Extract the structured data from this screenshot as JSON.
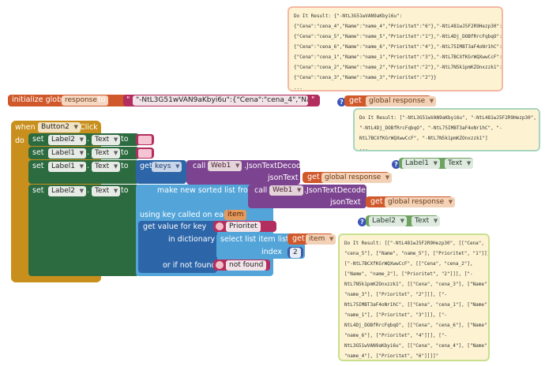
{
  "init_block": {
    "label": "initialize global",
    "var_name": "response",
    "to": "to",
    "text_value": "\"-NtL3G51wVAN9aKbyi6u\":{\"Cena\":\"cena_4\",\"Name\":..."
  },
  "init_getter": {
    "get": "get",
    "var": "global response"
  },
  "event": {
    "when": "when",
    "component": "Button2",
    "event": ".Click",
    "do": "do"
  },
  "set": {
    "set": "set",
    "dot": ".",
    "text": "Text",
    "to": "to"
  },
  "rows": [
    {
      "component": "Label2"
    },
    {
      "component": "Label1"
    },
    {
      "component": "Label1"
    },
    {
      "component": "Label2"
    }
  ],
  "get_keys": {
    "get": "get",
    "var": "keys"
  },
  "call1": {
    "call": "call",
    "component": "Web1",
    "method": ".JsonTextDecode",
    "param": "jsonText"
  },
  "get_resp1": {
    "get": "get",
    "var": "global response"
  },
  "sorted": {
    "label": "make new sorted list from"
  },
  "call2": {
    "call": "call",
    "component": "Web1",
    "method": ".JsonTextDecode",
    "param": "jsonText"
  },
  "get_resp2": {
    "get": "get",
    "var": "global response"
  },
  "keycalled": {
    "label": "using key called on each",
    "item": "item"
  },
  "getvalue": {
    "label": "get value for key",
    "key": "Prioritet"
  },
  "indict": {
    "label": "in dictionary"
  },
  "selectlist": {
    "label": "select list item  list",
    "get": "get",
    "var": "item"
  },
  "index": {
    "label": "index",
    "value": "2"
  },
  "notfound": {
    "label": "or if not found",
    "value": "not found"
  },
  "getter_label1": {
    "component": "Label1",
    "prop": "Text"
  },
  "getter_label2": {
    "component": "Label2",
    "prop": "Text"
  },
  "bubble_top": {
    "lines": [
      "Do It Result: {\"-NtL3G51wVAN9aKbyi6u\":",
      "{\"Cena\":\"cena_4\",\"Name\":\"name_4\",\"Prioritet\":\"6\"},\"-NtL481wJ5F2R9Hezp30\":",
      "{\"Cena\":\"cena_5\",\"Name\":\"name_5\",\"Prioritet\":\"1\"},\"-NtL4Dj_DOBfRrcFqbqO\":",
      "{\"Cena\":\"cena_6\",\"Name\":\"name_6\",\"Prioritet\":\"4\"},\"-NtL75IMBT3aF4oNr1hC\":",
      "{\"Cena\":\"cena_1\",\"Name\":\"name_1\",\"Prioritet\":\"3\"},\"-NtL7BCXfKGrWQXwwCcF\":",
      "{\"Cena\":\"cena_2\",\"Name\":\"name_2\",\"Prioritet\":\"2\"},\"-NtL7N5k1pmKZOnxzzk1\":",
      "{\"Cena\":\"cena_3\",\"Name\":\"name_3\",\"Prioritet\":\"2\"}}",
      "..."
    ]
  },
  "bubble_mid": {
    "lines": [
      "Do It Result: [\"-NtL3G51wVAN9aKbyi6u\", \"-NtL481wJ5F2R9Hezp30\",",
      "\"-NtL4Dj_DOBfRrcFqbqO\", \"-NtL75IMBT3aF4oNr1hC\", \"-",
      "NtL7BCXfKGrWQXwwCcF\", \"-NtL7N5k1pmKZOnxzzk1\"]",
      "..."
    ]
  },
  "bubble_bot": {
    "lines": [
      "Do It Result: [[\"-NtL481wJ5F2R9Hezp30\", [[\"Cena\",",
      "\"cena_5\"], [\"Name\", \"name_5\"], [\"Prioritet\", \"1\"]]],",
      "[\"-NtL7BCXfKGrWQXwwCcF\", [[\"Cena\", \"cena_2\"],",
      "[\"Name\", \"name_2\"], [\"Prioritet\", \"2\"]]], [\"-",
      "NtL7N5k1pmKZOnxzzk1\", [[\"Cena\", \"cena_3\"], [\"Name\",",
      "\"name_3\"], [\"Prioritet\", \"2\"]]], [\"-",
      "NtL75IMBT3aF4oNr1hC\", [[\"Cena\", \"cena_1\"], [\"Name\",",
      "\"name_1\"], [\"Prioritet\", \"3\"]]], [\"-",
      "NtL4Dj_DOBfRrcFqbqO\", [[\"Cena\", \"cena_6\"], [\"Name\",",
      "\"name_6\"], [\"Prioritet\", \"4\"]]], [\"-",
      "NtL3G51wVAN9aKbyi6u\", [[\"Cena\", \"cena_4\"], [\"Name\",",
      "\"name_4\"], [\"Prioritet\", \"6\"]]]]\""
    ]
  },
  "colors": {
    "variables": "#d0582a",
    "text": "#b32d5e",
    "event": "#c88f1c",
    "component": "#2c6b3f",
    "procedure": "#7c4390",
    "lists": "#53a5d9",
    "dictionary": "#2d66a8",
    "getter_comp": "#6da35e"
  }
}
